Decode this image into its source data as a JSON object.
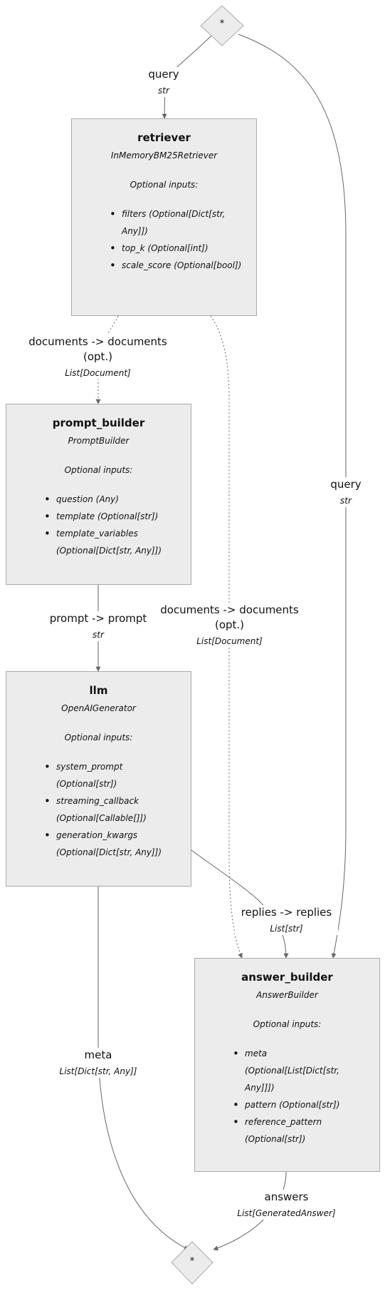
{
  "start": {
    "label": "*"
  },
  "end": {
    "label": "*"
  },
  "optional_heading": "Optional inputs:",
  "nodes": {
    "retriever": {
      "title": "retriever",
      "cls": "InMemoryBM25Retriever",
      "inputs": [
        "filters (Optional[Dict[str, Any]])",
        "top_k (Optional[int])",
        "scale_score (Optional[bool])"
      ]
    },
    "prompt_builder": {
      "title": "prompt_builder",
      "cls": "PromptBuilder",
      "inputs": [
        "question (Any)",
        "template (Optional[str])",
        "template_variables (Optional[Dict[str, Any]])"
      ]
    },
    "llm": {
      "title": "llm",
      "cls": "OpenAIGenerator",
      "inputs": [
        "system_prompt (Optional[str])",
        "streaming_callback (Optional[Callable[]])",
        "generation_kwargs (Optional[Dict[str, Any]])"
      ]
    },
    "answer_builder": {
      "title": "answer_builder",
      "cls": "AnswerBuilder",
      "inputs": [
        "meta (Optional[List[Dict[str, Any]]])",
        "pattern (Optional[str])",
        "reference_pattern (Optional[str])"
      ]
    }
  },
  "edges": {
    "query_retriever": {
      "name": "query",
      "type": "str"
    },
    "docs_prompt": {
      "name": "documents -> documents (opt.)",
      "type": "List[Document]"
    },
    "query_answer": {
      "name": "query",
      "type": "str"
    },
    "prompt_llm": {
      "name": "prompt -> prompt",
      "type": "str"
    },
    "docs_answer": {
      "name": "documents -> documents (opt.)",
      "type": "List[Document]"
    },
    "replies": {
      "name": "replies -> replies",
      "type": "List[str]"
    },
    "meta": {
      "name": "meta",
      "type": "List[Dict[str, Any]]"
    },
    "answers": {
      "name": "answers",
      "type": "List[GeneratedAnswer]"
    }
  }
}
